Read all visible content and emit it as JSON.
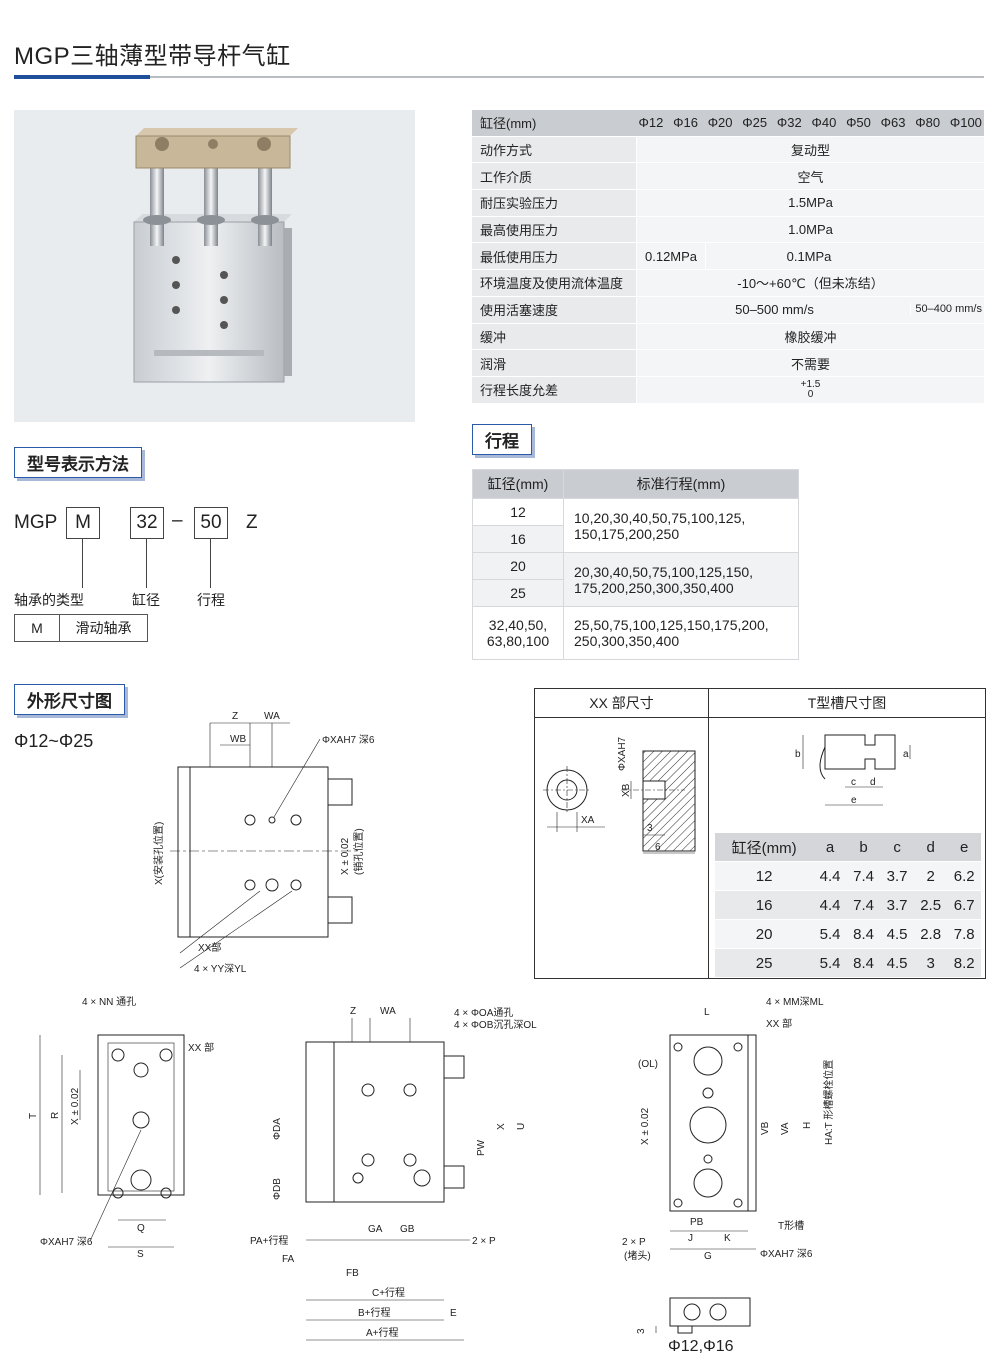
{
  "header": {
    "title": "MGP三轴薄型带导杆气缸"
  },
  "spec": {
    "head_label": "缸径(mm)",
    "bores": [
      "Φ12",
      "Φ16",
      "Φ20",
      "Φ25",
      "Φ32",
      "Φ40",
      "Φ50",
      "Φ63",
      "Φ80",
      "Φ100"
    ],
    "rows": [
      {
        "label": "动作方式",
        "value": "复动型"
      },
      {
        "label": "工作介质",
        "value": "空气"
      },
      {
        "label": "耐压实验压力",
        "value": "1.5MPa"
      },
      {
        "label": "最高使用压力",
        "value": "1.0MPa"
      }
    ],
    "min_pressure": {
      "label": "最低使用压力",
      "small": "0.12MPa",
      "large": "0.1MPa"
    },
    "temperature": {
      "label": "环境温度及使用流体温度",
      "value": "-10～+60℃（但未冻结）"
    },
    "speed": {
      "label": "使用活塞速度",
      "value": "50–500 mm/s",
      "value_large": "50–400 mm/s"
    },
    "cushion": {
      "label": "缓冲",
      "value": "橡胶缓冲"
    },
    "lube": {
      "label": "润滑",
      "value": "不需要"
    },
    "tolerance": {
      "label": "行程长度允差",
      "upper": "+1.5",
      "lower": "0"
    }
  },
  "stroke": {
    "heading": "行程",
    "col_bore": "缸径(mm)",
    "col_stroke": "标准行程(mm)",
    "groups": [
      {
        "bores": [
          "12",
          "16"
        ],
        "strokes": [
          "10,20,30,40,50,75,100,125,",
          "150,175,200,250"
        ]
      },
      {
        "bores": [
          "20",
          "25"
        ],
        "strokes": [
          "20,30,40,50,75,100,125,150,",
          "175,200,250,300,350,400"
        ]
      },
      {
        "bores": [
          "32,40,50,",
          "63,80,100"
        ],
        "strokes": [
          "25,50,75,100,125,150,175,200,",
          "250,300,350,400"
        ]
      }
    ]
  },
  "model": {
    "heading": "型号表示方法",
    "prefix": "MGP",
    "bearing_code": "M",
    "bore_code": "32",
    "dash": "–",
    "stroke_code": "50",
    "suffix": "Z",
    "bearing_label": "轴承的类型",
    "bore_label": "缸径",
    "stroke_label": "行程",
    "bearing_table": {
      "code": "M",
      "desc": "滑动轴承"
    }
  },
  "dims": {
    "heading": "外形尺寸图",
    "range": "Φ12~Φ25",
    "xx_title": "XX 部尺寸",
    "t_title": "T型槽尺寸图",
    "t_table": {
      "headers": [
        "缸径(mm)",
        "a",
        "b",
        "c",
        "d",
        "e"
      ],
      "rows": [
        [
          "12",
          "4.4",
          "7.4",
          "3.7",
          "2",
          "6.2"
        ],
        [
          "16",
          "4.4",
          "7.4",
          "3.7",
          "2.5",
          "6.7"
        ],
        [
          "20",
          "5.4",
          "8.4",
          "4.5",
          "2.8",
          "7.8"
        ],
        [
          "25",
          "5.4",
          "8.4",
          "4.5",
          "3",
          "8.2"
        ]
      ]
    },
    "labels": {
      "z": "Z",
      "wa": "WA",
      "wb": "WB",
      "xah7": "ΦXAH7 深6",
      "x_mount": "X(安装孔位置)",
      "x_pin": "X ± 0.02",
      "x_pin2": "(销孔位置)",
      "xx_part": "XX部",
      "yy": "4 × YY深YL",
      "nn": "4 × NN 通孔",
      "xx_part2": "XX 部",
      "t": "T",
      "r": "R",
      "x002": "X ± 0.02",
      "q": "Q",
      "s": "S",
      "xah6": "ΦXAH7 深6",
      "oa": "4 × ΦOA通孔",
      "ob": "4 × ΦOB沉孔深OL",
      "da": "ΦDA",
      "db": "ΦDB",
      "pw": "PW",
      "x": "X",
      "u": "U",
      "ga": "GA",
      "gb": "GB",
      "pa": "PA+行程",
      "fa": "FA",
      "fb": "FB",
      "c": "C+行程",
      "b": "B+行程",
      "e": "E",
      "a": "A+行程",
      "twop": "2 × P",
      "mm": "4 × MM深ML",
      "l": "L",
      "xx_part3": "XX 部",
      "ol": "(OL)",
      "vb": "VB",
      "va": "VA",
      "h": "H",
      "ha": "HA:T 形槽螺栓位置",
      "pb": "PB",
      "j": "J",
      "k": "K",
      "g": "G",
      "tslot": "T形槽",
      "twop2": "2 × P",
      "plug": "(堵头)",
      "xah6b": "ΦXAH7 深6",
      "three": "3",
      "small_bore": "Φ12,Φ16",
      "xah7v": "ΦXAH7",
      "xbl": "XB",
      "xal": "XA",
      "d3": "3",
      "d6": "6",
      "ta": "a",
      "tb": "b",
      "tc": "c",
      "td": "d",
      "te": "e"
    }
  }
}
